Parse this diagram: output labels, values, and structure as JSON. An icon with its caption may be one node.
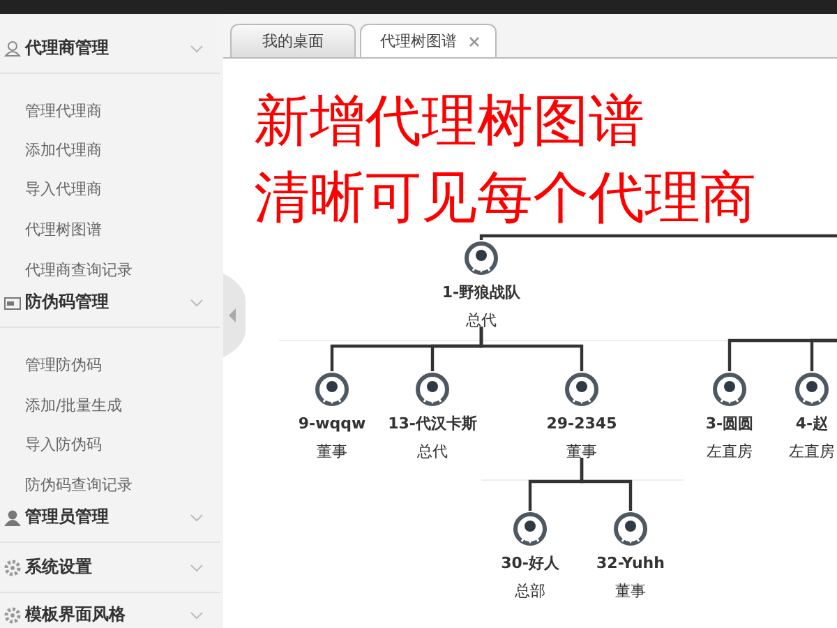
{
  "diagram": {
    "nodes": [
      {
        "text": [
          "1-野狼战队",
          "总代"
        ]
      },
      {
        "text": [
          "9-wqqw",
          "董事"
        ]
      },
      {
        "text": [
          "13-代汉卡斯",
          "总代"
        ]
      },
      {
        "text": [
          "29-2345",
          "董事"
        ]
      },
      {
        "text": [
          "3-圆圆",
          "左直房"
        ]
      },
      {
        "text": [
          "4-赵",
          "左直房"
        ]
      },
      {
        "text": [
          "30-好人",
          "总部"
        ]
      },
      {
        "text": [
          "32-Yuhh",
          "董事"
        ]
      }
    ],
    "edges": [
      {
        "from": null,
        "to": 0,
        "arrow": "none"
      },
      {
        "from": 0,
        "to": 1,
        "arrow": "none"
      },
      {
        "from": 0,
        "to": 2,
        "arrow": "none"
      },
      {
        "from": 0,
        "to": 3,
        "arrow": "none"
      },
      {
        "from": null,
        "to": 4,
        "arrow": "none"
      },
      {
        "from": null,
        "to": 5,
        "arrow": "none"
      },
      {
        "from": 3,
        "to": 6,
        "arrow": "none"
      },
      {
        "from": 3,
        "to": 7,
        "arrow": "none"
      }
    ],
    "labels": [
      "我的桌面",
      "代理树图谱",
      "新增代理树图谱",
      "清晰可见每个代理商",
      "代理商管理",
      "管理代理商",
      "添加代理商",
      "导入代理商",
      "代理树图谱",
      "代理商查询记录",
      "防伪码管理",
      "管理防伪码",
      "添加/批量生成",
      "导入防伪码",
      "防伪码查询记录",
      "管理员管理",
      "系统设置",
      "模板界面风格"
    ]
  }
}
